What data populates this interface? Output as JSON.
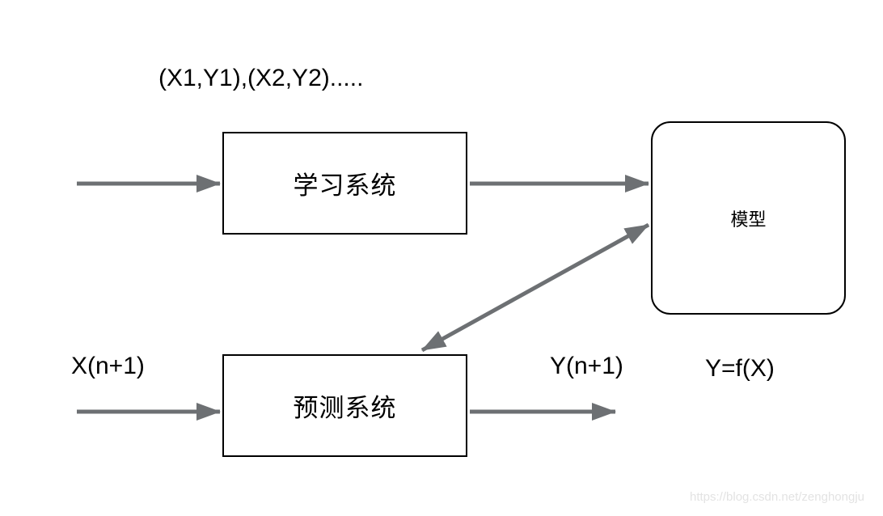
{
  "diagram": {
    "training_data_label": "(X1,Y1),(X2,Y2).....",
    "learning_system_label": "学习系统",
    "model_label": "模型",
    "prediction_system_label": "预测系统",
    "input_label": "X(n+1)",
    "output_label": "Y(n+1)",
    "model_function_label": "Y=f(X)"
  },
  "watermark": "https://blog.csdn.net/zenghongju",
  "colors": {
    "background": "#ffffff",
    "text": "#000000",
    "box_border": "#000000",
    "arrow": "#6d7073",
    "watermark": "#e3e3e3"
  }
}
